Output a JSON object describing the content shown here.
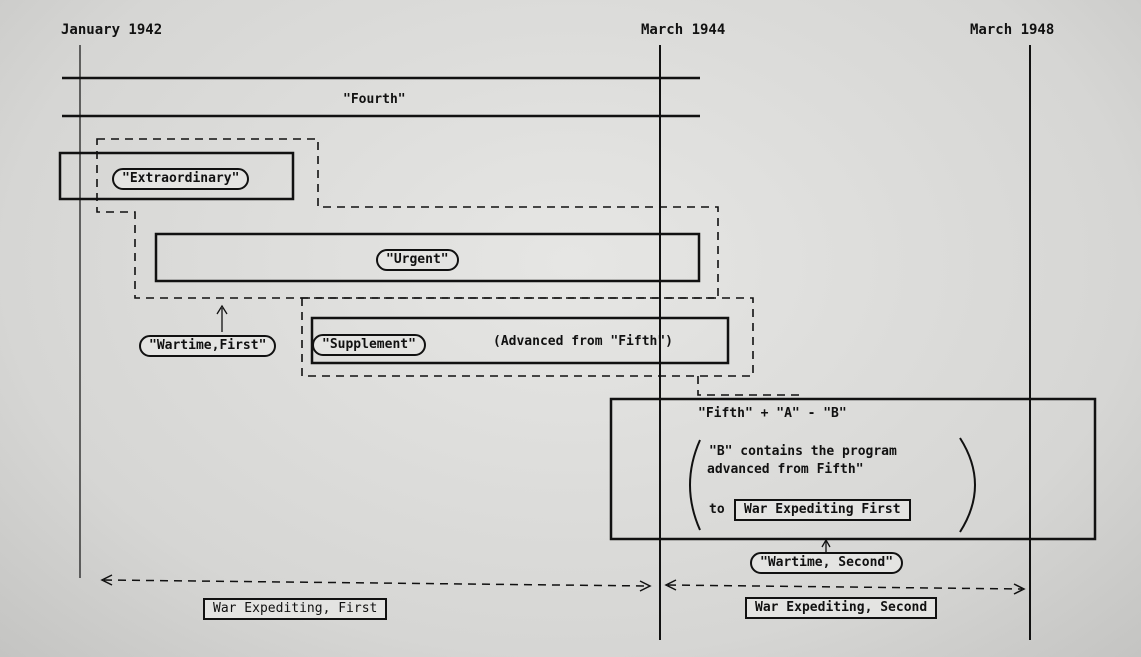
{
  "dates": {
    "jan1942": "January 1942",
    "mar1944": "March 1944",
    "mar1948": "March 1948"
  },
  "programs": {
    "fourth": "\"Fourth\"",
    "extraordinary": "\"Extraordinary\"",
    "urgent": "\"Urgent\"",
    "wartime_first": "\"Wartime,First\"",
    "supplement": "\"Supplement\"",
    "advanced_from_fifth": "(Advanced from \"Fifth\")",
    "fifth_formula": "\"Fifth\" + \"A\" - \"B\"",
    "b_contains_line1": "\"B\" contains the program",
    "b_contains_line2": "advanced from Fifth\"",
    "to_label": "to",
    "war_expediting_first_inner": "War Expediting First",
    "wartime_second": "\"Wartime, Second\""
  },
  "periods": {
    "war_expediting_first": "War Expediting, First",
    "war_expediting_second": "War Expediting, Second"
  }
}
